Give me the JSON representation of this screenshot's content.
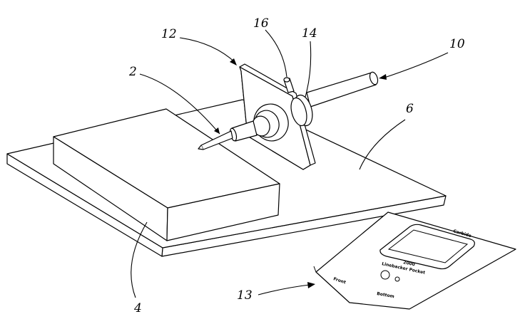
{
  "figure": {
    "labels": {
      "tool": "2",
      "block": "4",
      "base_plate": "6",
      "shaft": "10",
      "mounting_plate": "12",
      "template": "13",
      "hub": "14",
      "pin": "16"
    },
    "template_text": {
      "line1": "2000",
      "line2": "Linebacker Pocket",
      "corner_top": "Carbide",
      "corner_left": "Front",
      "corner_bottom": "Bottom"
    }
  }
}
